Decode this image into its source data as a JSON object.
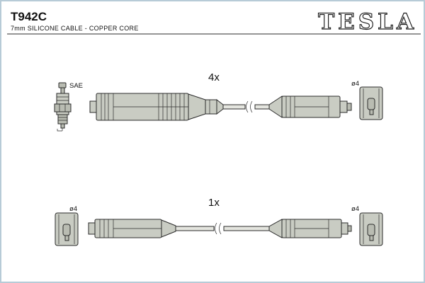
{
  "header": {
    "part_number": "T942C",
    "subtitle": "7mm SILICONE CABLE - COPPER CORE",
    "brand": "TESLA"
  },
  "diagram": {
    "top_assembly": {
      "quantity_label": "4x",
      "plug_standard_label": "SAE",
      "right_terminal_label": "ø4"
    },
    "bottom_assembly": {
      "quantity_label": "1x",
      "left_terminal_label": "ø4",
      "right_terminal_label": "ø4"
    }
  },
  "colors": {
    "page_border": "#b7cbd7",
    "boot_fill": "#c9ccc3",
    "cable_fill": "#e4e5df",
    "line": "#2b2b2b"
  }
}
